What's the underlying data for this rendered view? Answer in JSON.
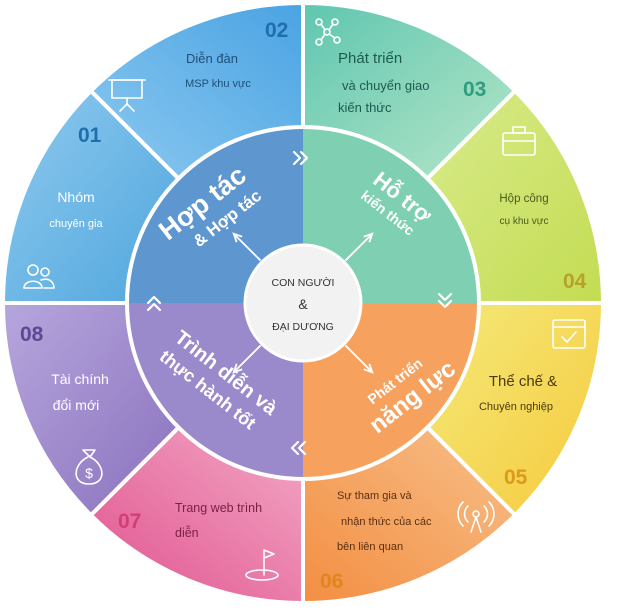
{
  "colors": {
    "seg01": "#6fb7e6",
    "seg02": "#58b0e8",
    "seg03": "#77d1bd",
    "seg04": "#cde26a",
    "seg05": "#f6dc4a",
    "seg06": "#f5a35d",
    "seg07": "#e97aa7",
    "seg08": "#9c86c9",
    "quad_tl": "#5e96cf",
    "quad_tr": "#7fcfb3",
    "quad_br": "#f7a15e",
    "quad_bl": "#9a8acb",
    "num_blue": "#1f6fae",
    "num_green": "#2f9e7f",
    "num_yellow": "#c8a82d",
    "num_orange": "#e0861f",
    "num_pink": "#d23f77",
    "num_purple": "#5b4a93"
  },
  "center": {
    "line1": "CON NGƯỜI",
    "line2": "&",
    "line3": "ĐẠI DƯƠNG"
  },
  "quadrants": {
    "tl": {
      "line1": "Hợp tác",
      "line2": "& Hợp tác"
    },
    "tr": {
      "line1": "Hỗ trợ",
      "line2": "kiến thức"
    },
    "br": {
      "line1": "Phát triển",
      "line2": "năng lực"
    },
    "bl": {
      "line1": "Trình diễn và",
      "line2": "thực hành tốt"
    }
  },
  "segments": [
    {
      "number": "01",
      "lines": [
        "Nhóm",
        "chuyên gia"
      ],
      "icon": "users-icon"
    },
    {
      "number": "02",
      "lines": [
        "Diễn đàn",
        "MSP khu vực"
      ],
      "icon": "presentation-board-icon"
    },
    {
      "number": "03",
      "lines": [
        "Phát triển",
        "và chuyển giao",
        "kiến thức"
      ],
      "icon": "network-icon"
    },
    {
      "number": "04",
      "lines": [
        "Hộp công",
        "cụ khu vực"
      ],
      "icon": "toolbox-icon"
    },
    {
      "number": "05",
      "lines": [
        "Thể chế &",
        "Chuyên nghiệp"
      ],
      "icon": "checklist-window-icon"
    },
    {
      "number": "06",
      "lines": [
        "Sự tham gia và",
        "nhận thức của các",
        "bên liên quan"
      ],
      "icon": "broadcast-icon"
    },
    {
      "number": "07",
      "lines": [
        "Trang web trình",
        "diễn"
      ],
      "icon": "golf-flag-icon"
    },
    {
      "number": "08",
      "lines": [
        "Tài chính",
        "đổi mới"
      ],
      "icon": "money-bag-icon"
    }
  ]
}
